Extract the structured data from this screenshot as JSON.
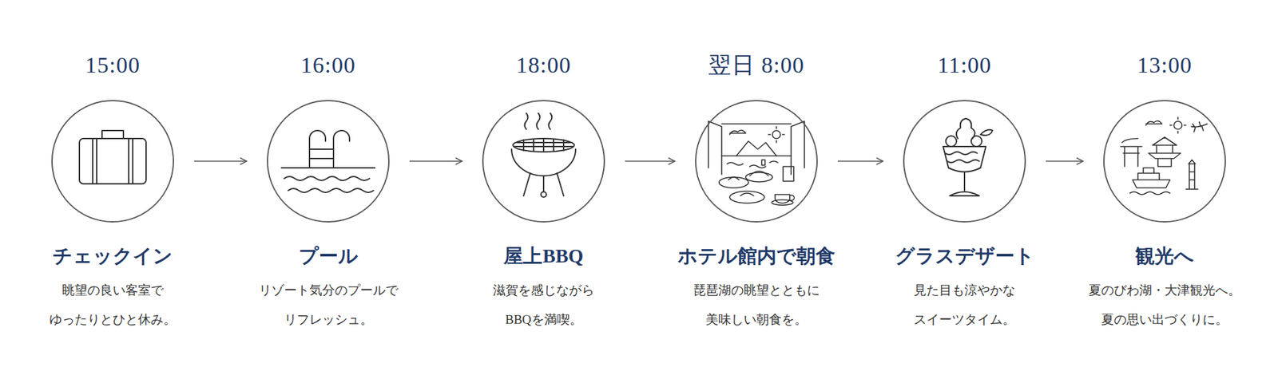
{
  "diagram": {
    "nodes": [
      {
        "text": [
          "15:00",
          "チェックイン",
          "眺望の良い客室で ゆったりとひと休み。"
        ]
      },
      {
        "text": [
          "16:00",
          "プール",
          "リゾート気分のプールで リフレッシュ。"
        ]
      },
      {
        "text": [
          "18:00",
          "屋上BBQ",
          "滋賀を感じながら BBQを満喫。"
        ]
      },
      {
        "text": [
          "翌日 8:00",
          "ホテル館内で朝食",
          "琵琶湖の眺望とともに 美味しい朝食を。"
        ]
      },
      {
        "text": [
          "11:00",
          "グラスデザート",
          "見た目も涼やかな スイーツタイム。"
        ]
      },
      {
        "text": [
          "13:00",
          "観光へ",
          "夏のびわ湖・大津観光へ。 夏の思い出づくりに。"
        ]
      }
    ],
    "edges": [
      {
        "from": 0,
        "to": 1,
        "arrow": "to"
      },
      {
        "from": 1,
        "to": 2,
        "arrow": "to"
      },
      {
        "from": 2,
        "to": 3,
        "arrow": "to"
      },
      {
        "from": 3,
        "to": 4,
        "arrow": "to"
      },
      {
        "from": 4,
        "to": 5,
        "arrow": "to"
      }
    ]
  }
}
